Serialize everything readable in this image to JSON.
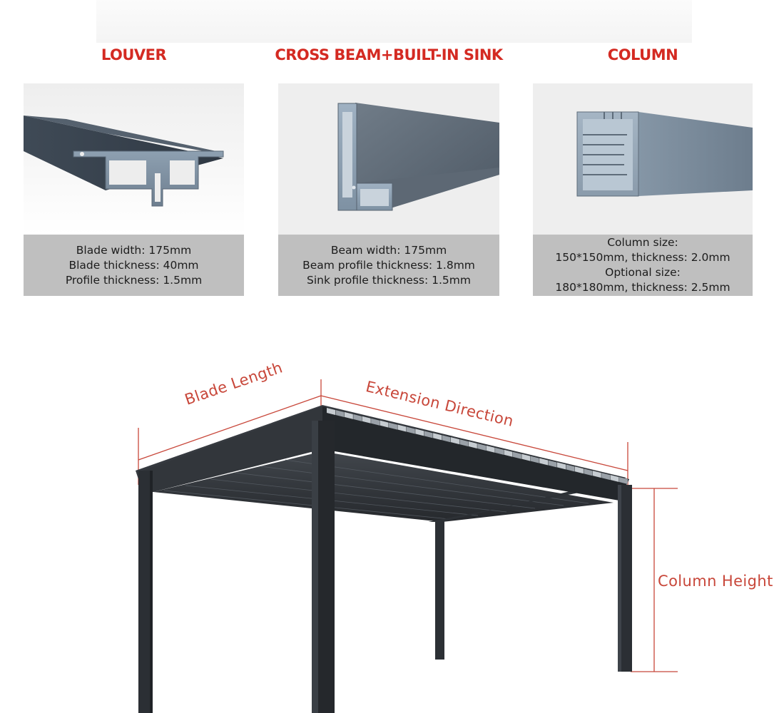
{
  "sections": [
    {
      "title": "LOUVER",
      "specs": [
        "Blade width: 175mm",
        "Blade thickness: 40mm",
        "Profile thickness: 1.5mm"
      ]
    },
    {
      "title": "CROSS BEAM+BUILT-IN SINK",
      "specs": [
        "Beam width: 175mm",
        "Beam profile thickness: 1.8mm",
        "Sink profile thickness: 1.5mm"
      ]
    },
    {
      "title": "COLUMN",
      "specs": [
        "Column size:",
        "150*150mm, thickness: 2.0mm",
        "Optional size:",
        "180*180mm, thickness: 2.5mm"
      ]
    }
  ],
  "diagram": {
    "blade_length": "Blade Length",
    "extension_direction": "Extension Direction",
    "column_height": "Column Height"
  },
  "colors": {
    "title_red": "#d42a22",
    "annotation_red": "#c8473a",
    "caption_bg": "#bfbfbf",
    "profile_steel": "#7d8e9e",
    "frame_dark": "#2a2e33"
  }
}
